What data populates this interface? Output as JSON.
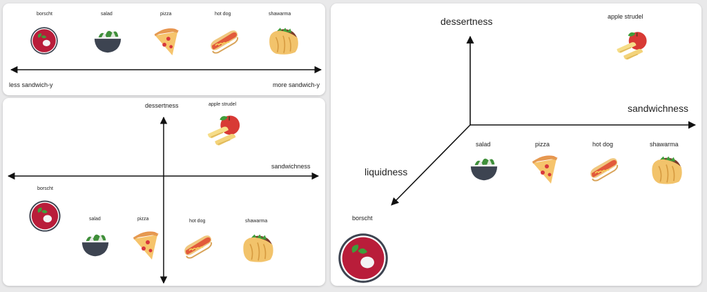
{
  "panel1": {
    "foods": [
      "borscht",
      "salad",
      "pizza",
      "hot dog",
      "shawarma"
    ],
    "left_label": "less sandwich-y",
    "right_label": "more sandwich-y"
  },
  "panel2": {
    "y_axis": "dessertness",
    "x_axis": "sandwichness",
    "dessert_item": "apple strudel",
    "foods": [
      "borscht",
      "salad",
      "pizza",
      "hot dog",
      "shawarma"
    ]
  },
  "panel3": {
    "y_axis": "dessertness",
    "x_axis": "sandwichness",
    "z_axis": "liquidness",
    "dessert_item": "apple strudel",
    "foods": [
      "salad",
      "pizza",
      "hot dog",
      "shawarma"
    ],
    "liquid_item": "borscht"
  },
  "icons": [
    "borscht-icon",
    "salad-icon",
    "pizza-icon",
    "hot-dog-icon",
    "shawarma-icon",
    "apple-strudel-icon"
  ]
}
